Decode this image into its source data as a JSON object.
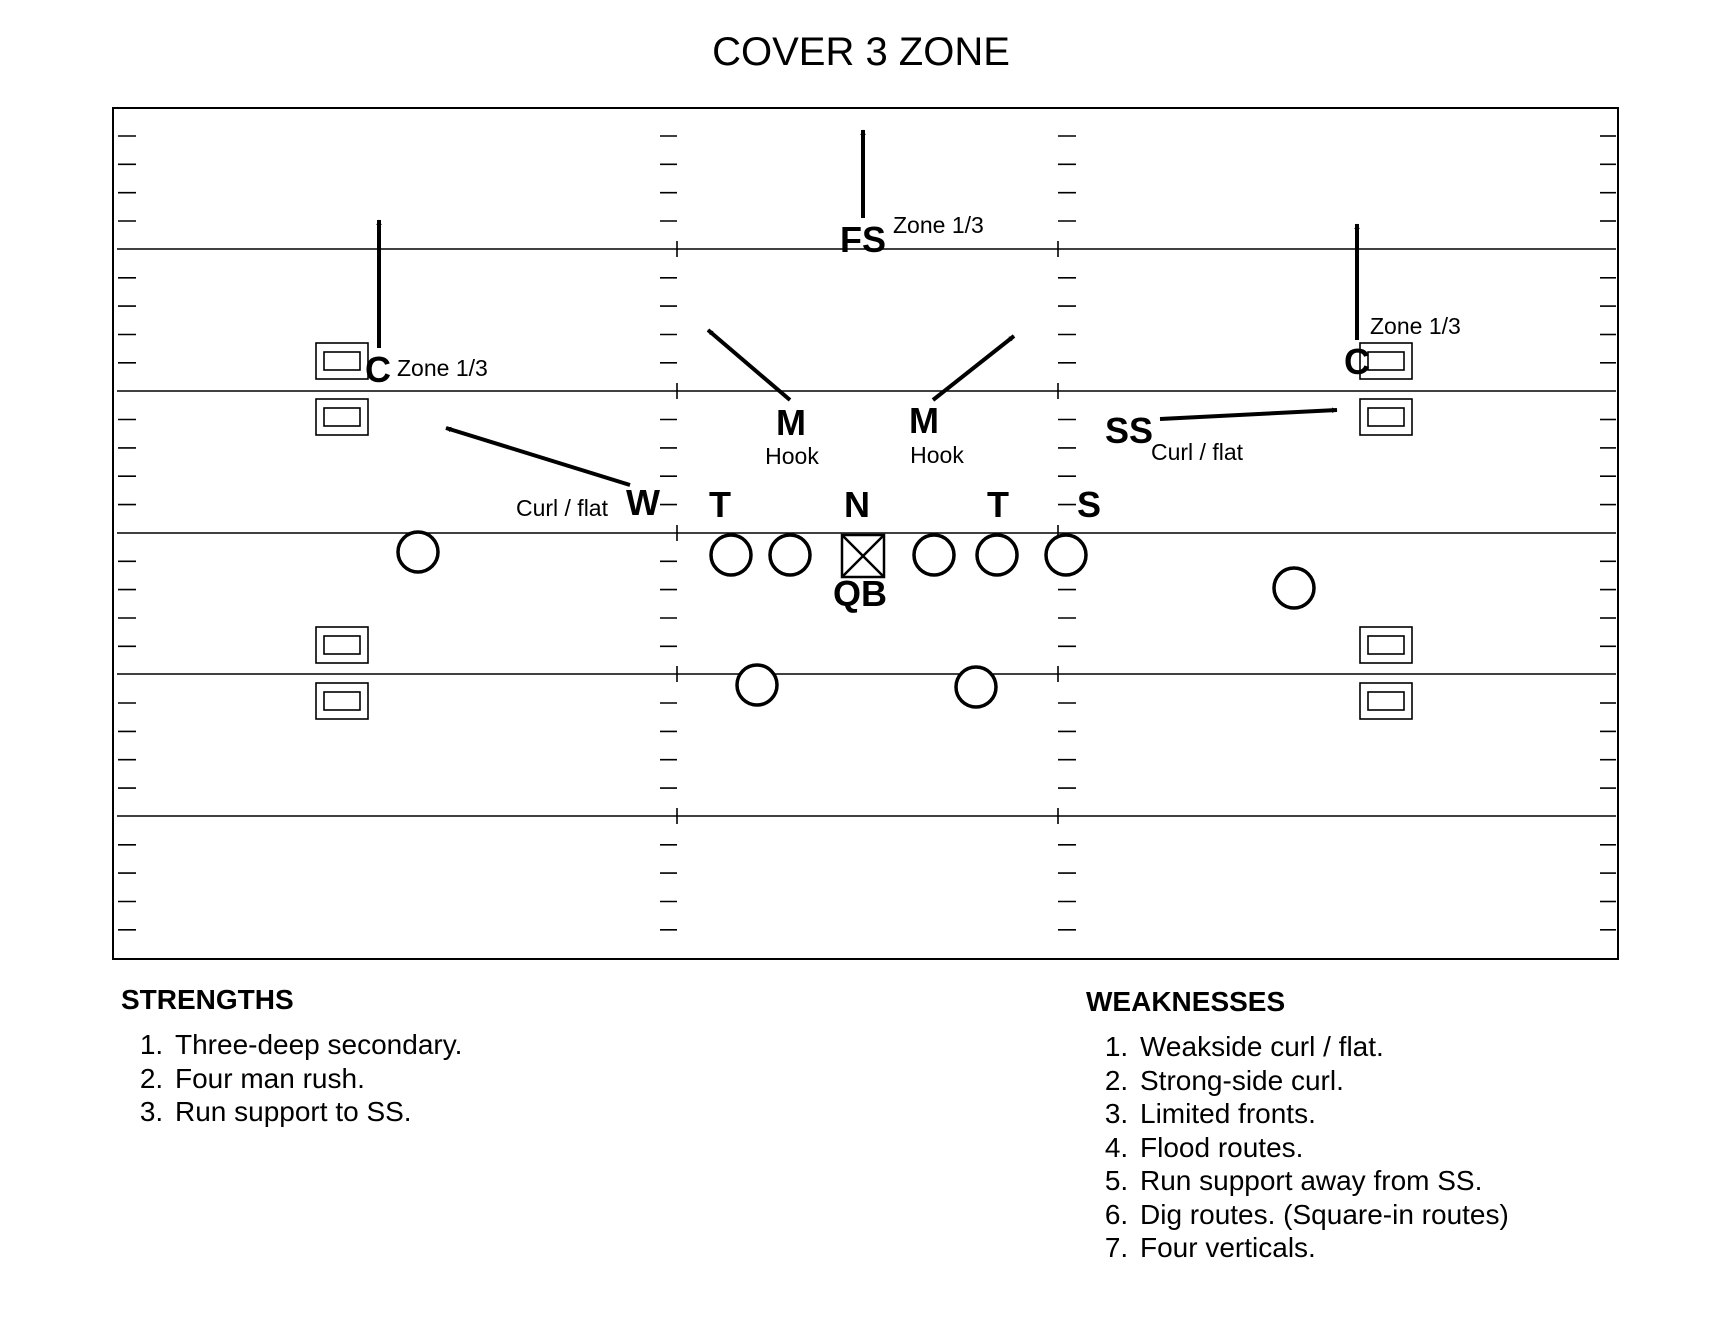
{
  "title": "COVER 3 ZONE",
  "colors": {
    "ink": "#000000",
    "background": "#ffffff"
  },
  "field": {
    "defense": [
      {
        "id": "fs",
        "label": "FS",
        "zone": "Zone 1/3"
      },
      {
        "id": "c-left",
        "label": "C",
        "zone": "Zone 1/3"
      },
      {
        "id": "c-right",
        "label": "C",
        "zone": "Zone 1/3"
      },
      {
        "id": "m-left",
        "label": "M",
        "zone": "Hook"
      },
      {
        "id": "m-right",
        "label": "M",
        "zone": "Hook"
      },
      {
        "id": "ss",
        "label": "SS",
        "zone": "Curl / flat"
      },
      {
        "id": "w",
        "label": "W",
        "zone": "Curl / flat"
      },
      {
        "id": "t-left",
        "label": "T"
      },
      {
        "id": "n",
        "label": "N"
      },
      {
        "id": "t-right",
        "label": "T"
      },
      {
        "id": "s",
        "label": "S"
      }
    ],
    "offense": {
      "qb_label": "QB"
    }
  },
  "strengths": {
    "heading": "STRENGTHS",
    "items": [
      "Three-deep secondary.",
      "Four man rush.",
      "Run support to SS."
    ]
  },
  "weaknesses": {
    "heading": "WEAKNESSES",
    "items": [
      "Weakside curl / flat.",
      "Strong-side curl.",
      "Limited fronts.",
      "Flood routes.",
      "Run support away from SS.",
      "Dig routes.  (Square-in routes)",
      "Four verticals."
    ]
  }
}
